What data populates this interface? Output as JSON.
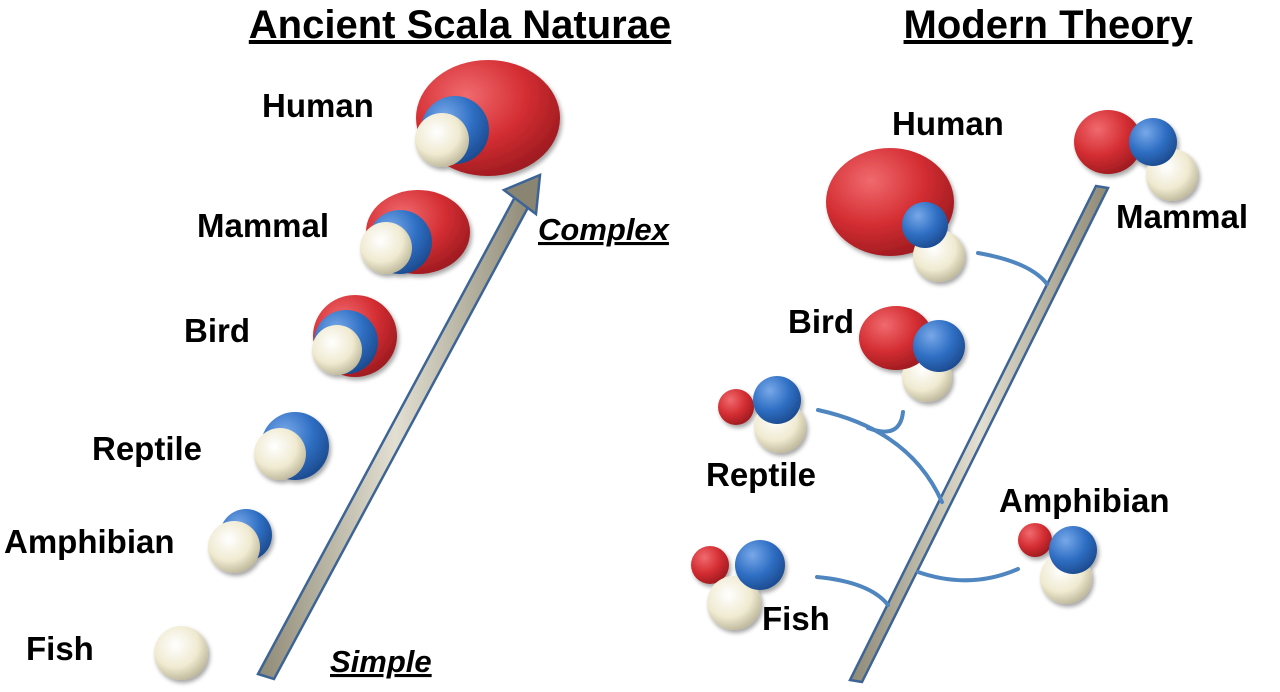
{
  "left_panel": {
    "title": "Ancient Scala Naturae",
    "scale_top": "Complex",
    "scale_bottom": "Simple",
    "labels": {
      "human": "Human",
      "mammal": "Mammal",
      "bird": "Bird",
      "reptile": "Reptile",
      "amphibian": "Amphibian",
      "fish": "Fish"
    }
  },
  "right_panel": {
    "title": "Modern Theory",
    "labels": {
      "human": "Human",
      "mammal": "Mammal",
      "bird": "Bird",
      "reptile": "Reptile",
      "amphibian": "Amphibian",
      "fish": "Fish"
    }
  },
  "colors": {
    "red": "#d42e33",
    "blue": "#2f6fc4",
    "cream": "#efead0",
    "arrow": "#3d6496",
    "branch": "#4f86c0"
  }
}
